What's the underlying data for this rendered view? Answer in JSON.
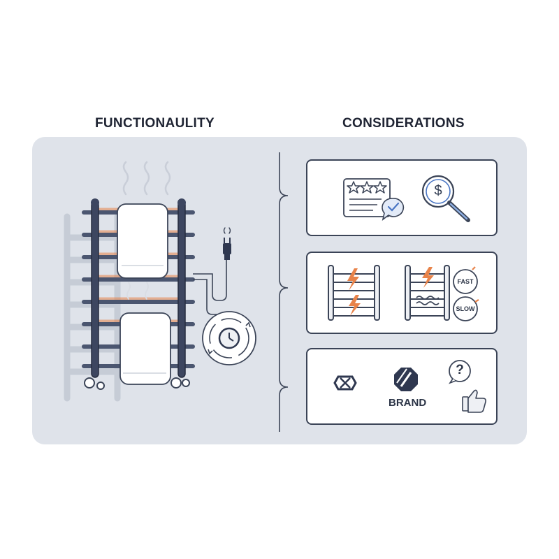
{
  "headings": {
    "left": "FUNCTIONAULITY",
    "right": "CONSIDERATIONS"
  },
  "considerations": {
    "reviews": {
      "icons": [
        "star-rating-review-icon",
        "chat-check-icon",
        "price-magnifier-icon"
      ],
      "price_symbol": "$"
    },
    "speed": {
      "icons": [
        "heated-rail-lightning-icon",
        "heated-rail-waves-icon",
        "fast-gauge-icon",
        "slow-gauge-icon"
      ],
      "fast": "FAST",
      "slow": "SLOW"
    },
    "brand": {
      "icons": [
        "hexagon-logo-icon",
        "octagon-slash-logo-icon",
        "question-bubble-icon",
        "thumbs-up-icon"
      ],
      "brand_label": "BRAND",
      "question": "?"
    }
  },
  "functionality": {
    "icons": [
      "heated-towel-rail-icon",
      "steam-icon",
      "power-plug-icon",
      "timer-dial-icon",
      "wall-shadow-icon"
    ]
  },
  "colors": {
    "panel": "#dfe3ea",
    "outline": "#3b4457",
    "rail": "#4b5670",
    "heat": "#e8834a",
    "accent_blue": "#4a76c4"
  }
}
